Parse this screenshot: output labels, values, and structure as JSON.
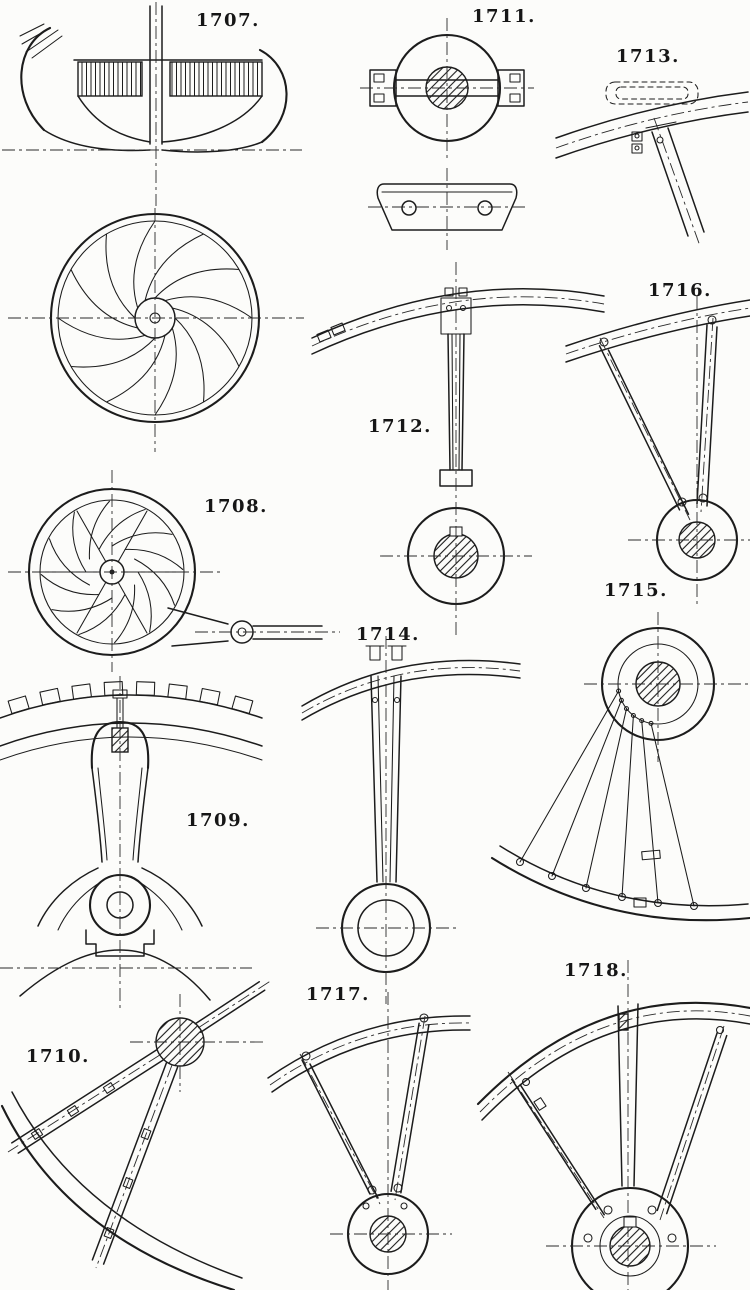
{
  "plate": {
    "background": "#fcfcfa",
    "ink": "#1c1c1c",
    "description": "Plate of mechanical engineering figures: wheel hubs, spokes, rims, fan wheels and clamps"
  },
  "figures": {
    "f1707": {
      "label": "1707."
    },
    "f1708": {
      "label": "1708."
    },
    "f1709": {
      "label": "1709."
    },
    "f1710": {
      "label": "1710."
    },
    "f1711": {
      "label": "1711."
    },
    "f1712": {
      "label": "1712."
    },
    "f1713": {
      "label": "1713."
    },
    "f1714": {
      "label": "1714."
    },
    "f1715": {
      "label": "1715."
    },
    "f1716": {
      "label": "1716."
    },
    "f1717": {
      "label": "1717."
    },
    "f1718": {
      "label": "1718."
    }
  }
}
